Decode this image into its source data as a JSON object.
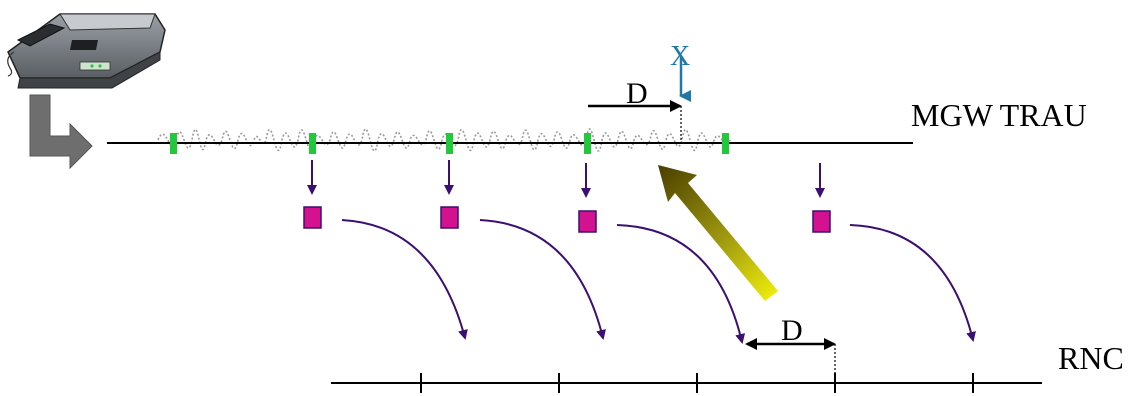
{
  "labels": {
    "mgw_trau": "MGW TRAU",
    "rnc": "RNC",
    "delay_top": "D",
    "delay_bottom": "D",
    "marker_x": "X"
  },
  "colors": {
    "frame_marker": "#22c93a",
    "packet": "#d4128f",
    "packet_arrow": "#3b1070",
    "x_marker": "#1f79a6",
    "waveform": "#9a9a9a",
    "diagonal_arrow_start": "#4a3f00",
    "diagonal_arrow_end": "#f2f20a"
  },
  "icons": {
    "device": "fax-machine-icon",
    "input": "bent-arrow-icon"
  }
}
